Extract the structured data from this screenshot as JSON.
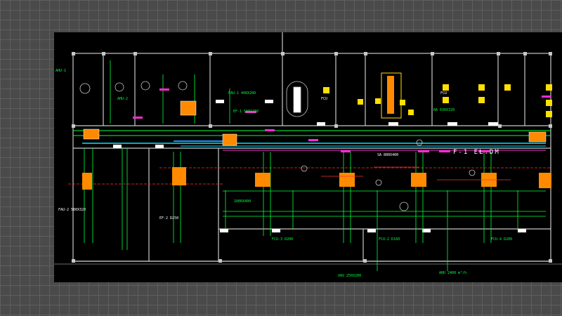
{
  "drawing": {
    "title": "",
    "plan_label": "F-1 EL.DM",
    "colors": {
      "background": "#000000",
      "wall": "#c8c8c8",
      "duct_green": "#00ff3c",
      "supply_cyan": "#00e5ff",
      "return_red": "#ff3030",
      "equipment_orange": "#ff8a00",
      "note_magenta": "#ff2bd6",
      "highlight_yellow": "#ffe000"
    },
    "labels": {
      "room_1": "AHU-1",
      "room_2": "AHU-2",
      "room_3": "FCU",
      "room_4": "FCU",
      "note_a": "FAU-1 400X200",
      "note_b": "EF-1 500X250",
      "note_c": "SA 800X400",
      "note_d": "RA 630X320",
      "note_e": "1000X400",
      "note_f": "FCU-3 D200",
      "note_g": "FCU-2 D160",
      "note_h": "FCU-4 D200",
      "note_i": "VAV 250X200",
      "note_j": "AHU 2400 m³/h",
      "note_k": "FAU-2 500X320",
      "note_l": "EF-2 D250"
    }
  }
}
